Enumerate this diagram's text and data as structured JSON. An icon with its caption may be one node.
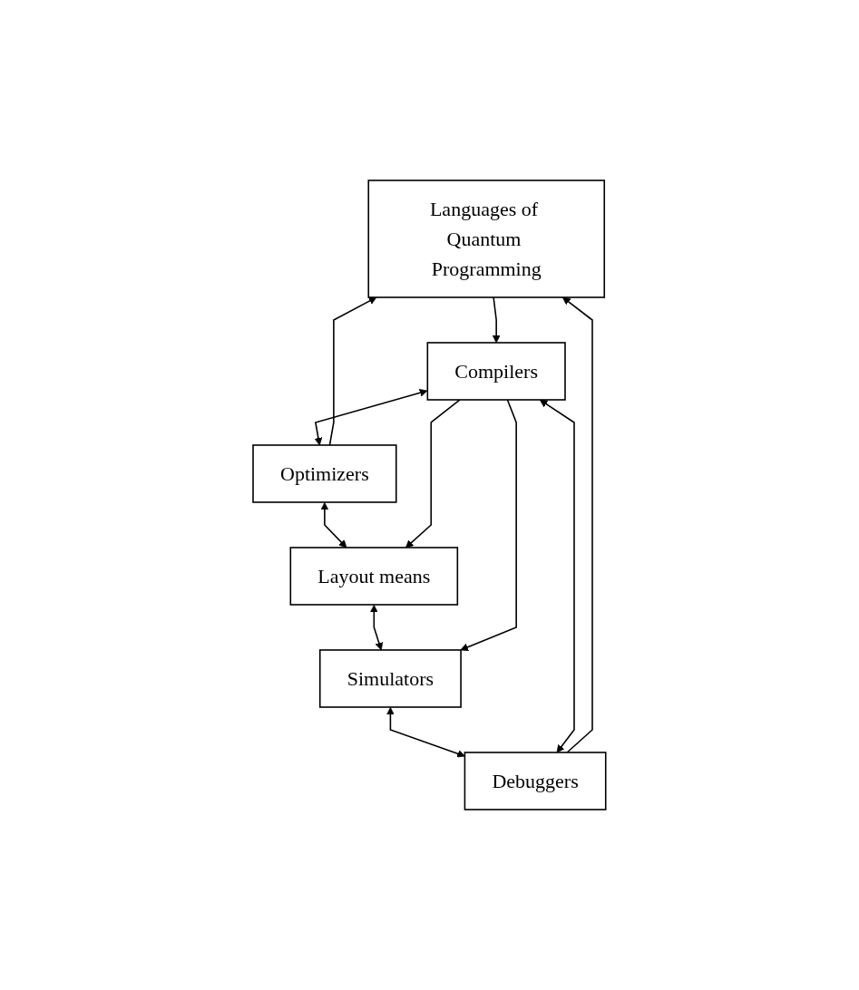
{
  "diagram": {
    "nodes": [
      {
        "text": [
          "Languages of Quantum Programming"
        ]
      },
      {
        "text": [
          "Compilers"
        ]
      },
      {
        "text": [
          "Optimizers"
        ]
      },
      {
        "text": [
          "Layout means"
        ]
      },
      {
        "text": [
          "Simulators"
        ]
      },
      {
        "text": [
          "Debuggers"
        ]
      }
    ],
    "edges": [
      {
        "from": 0,
        "to": 1,
        "arrow": "to"
      },
      {
        "from": 1,
        "to": 2,
        "arrow": "both"
      },
      {
        "from": 2,
        "to": 0,
        "arrow": "to"
      },
      {
        "from": 2,
        "to": 3,
        "arrow": "both"
      },
      {
        "from": 3,
        "to": 4,
        "arrow": "both"
      },
      {
        "from": 4,
        "to": 5,
        "arrow": "both"
      },
      {
        "from": 1,
        "to": 3,
        "arrow": "to"
      },
      {
        "from": 1,
        "to": 4,
        "arrow": "to"
      },
      {
        "from": 1,
        "to": 5,
        "arrow": "both"
      },
      {
        "from": 5,
        "to": 0,
        "arrow": "to"
      }
    ]
  }
}
